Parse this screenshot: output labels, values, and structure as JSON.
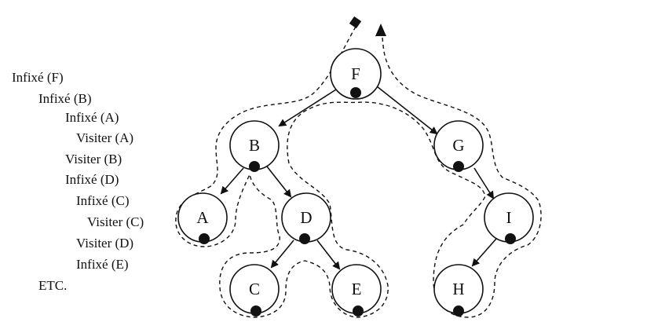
{
  "trace": [
    "Infixé (F)",
    "Infixé (B)",
    "Infixé (A)",
    "Visiter (A)",
    "Visiter (B)",
    "Infixé (D)",
    "Infixé (C)",
    "Visiter (C)",
    "Visiter (D)",
    "Infixé (E)",
    "ETC."
  ],
  "tree": {
    "nodes": {
      "F": "F",
      "B": "B",
      "G": "G",
      "A": "A",
      "D": "D",
      "I": "I",
      "C": "C",
      "E": "E",
      "H": "H"
    }
  },
  "colors": {
    "ink": "#111111",
    "background": "#ffffff"
  }
}
